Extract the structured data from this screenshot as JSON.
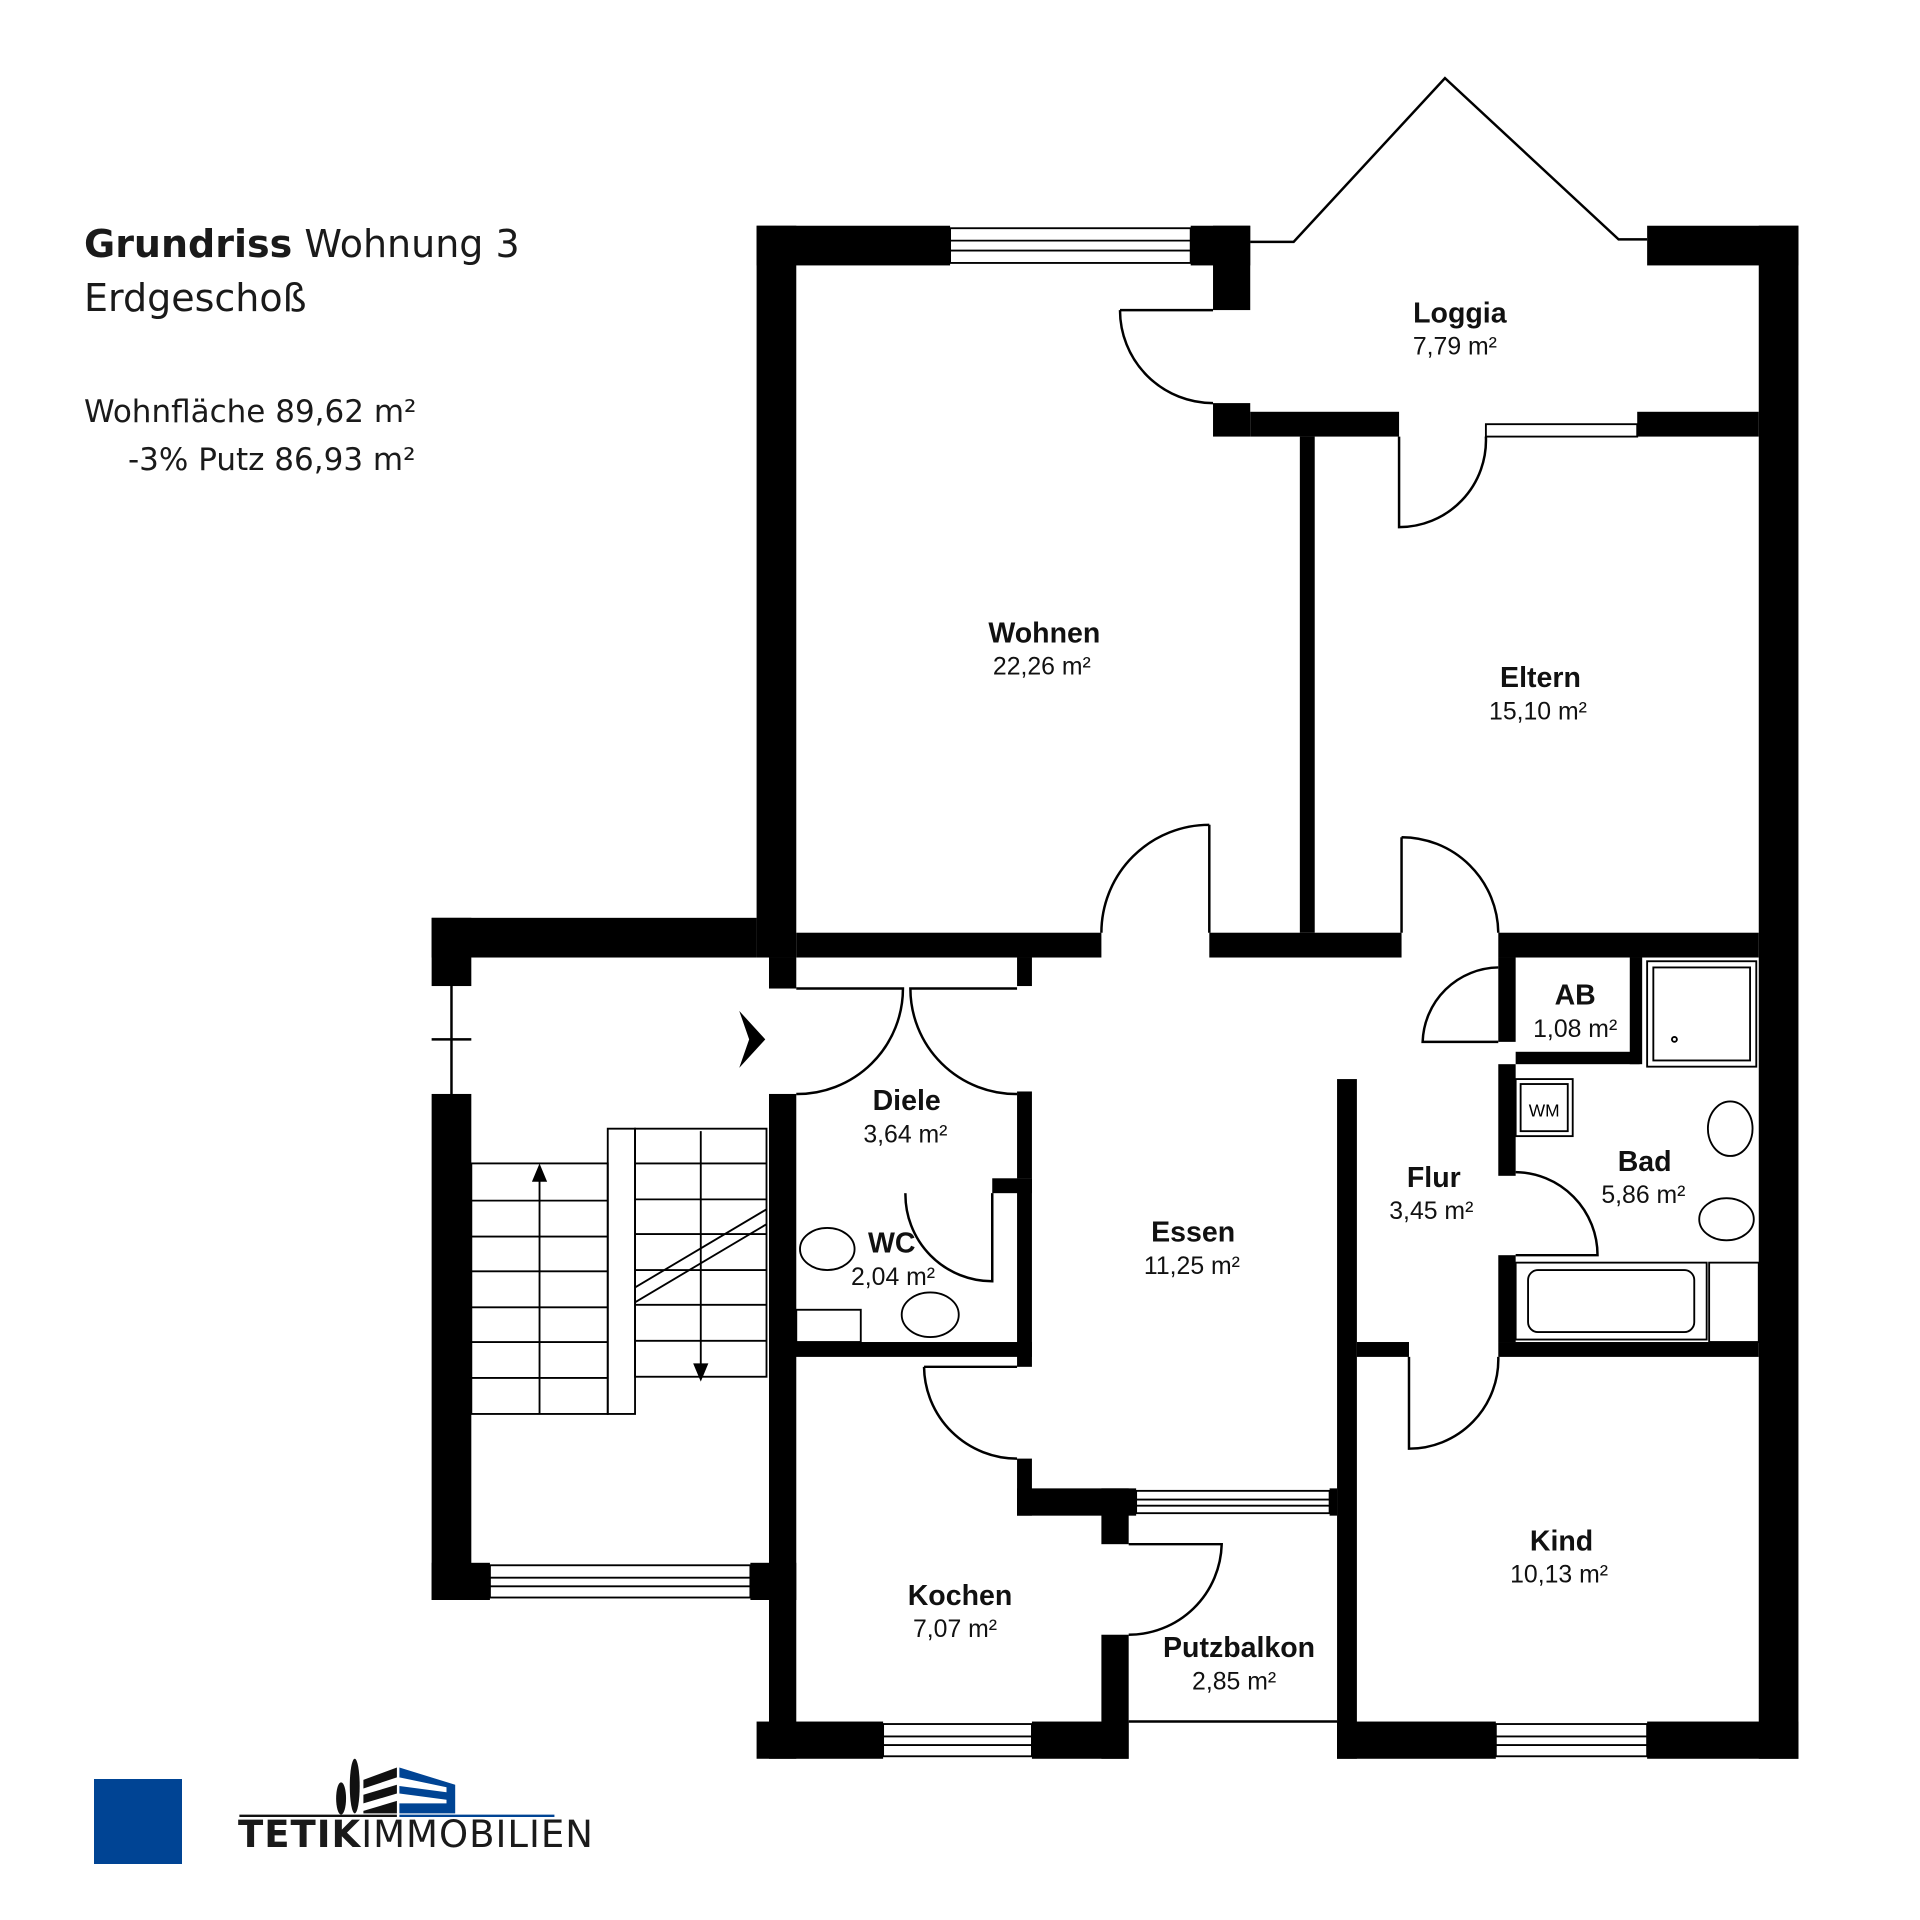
{
  "header": {
    "title_bold": "Grundriss",
    "title_rest": "Wohnung 3",
    "floor": "Erdgeschoß",
    "living_area": "Wohnfläche 89,62 m²",
    "net_area": "-3% Putz 86,93 m²"
  },
  "rooms": [
    {
      "name": "Loggia",
      "area": "7,79 m²"
    },
    {
      "name": "Wohnen",
      "area": "22,26 m²"
    },
    {
      "name": "Eltern",
      "area": "15,10 m²"
    },
    {
      "name": "AB",
      "area": "1,08 m²"
    },
    {
      "name": "Diele",
      "area": "3,64 m²"
    },
    {
      "name": "Flur",
      "area": "3,45 m²"
    },
    {
      "name": "Bad",
      "area": "5,86 m²"
    },
    {
      "name": "WC",
      "area": "2,04 m²"
    },
    {
      "name": "Essen",
      "area": "11,25 m²"
    },
    {
      "name": "Kind",
      "area": "10,13 m²"
    },
    {
      "name": "Kochen",
      "area": "7,07 m²"
    },
    {
      "name": "Putzbalkon",
      "area": "2,85 m²"
    }
  ],
  "fixtures": {
    "washer": "WM"
  },
  "logo": {
    "bold": "TETIK",
    "rest": "IMMOBILIEN",
    "color": "#004494"
  }
}
